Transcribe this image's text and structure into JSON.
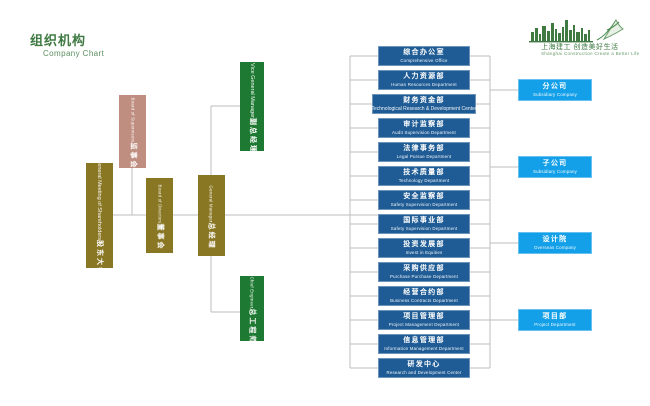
{
  "page": {
    "title_cn": "组织机构",
    "title_en": "Company Chart",
    "title_color": "#3f7a43",
    "background": "#ffffff"
  },
  "logo": {
    "name": "shanghai-construction-logo",
    "text_cn": "上海建工  创造美好生活",
    "text_en": "Shanghai Construction  Create a Better Life",
    "color": "#3f7a43"
  },
  "colors": {
    "department_blue": "#1f5c95",
    "company_blue": "#14a0e8",
    "gold": "#8a7723",
    "rose": "#c08e80",
    "green": "#1e7a32",
    "line": "#bdbdbd"
  },
  "governance": [
    {
      "cn": "股东大会",
      "en": "General Meeting of Shareholders",
      "color": "gold"
    },
    {
      "cn": "监事会",
      "en": "Board of Supervisors",
      "color": "rose"
    },
    {
      "cn": "董事会",
      "en": "Board of Directors",
      "color": "gold"
    },
    {
      "cn": "总经理",
      "en": "General Manager",
      "color": "gold"
    }
  ],
  "vice": [
    {
      "cn": "副总经理",
      "en": "Vice General Manager",
      "color": "green"
    },
    {
      "cn": "总工程师",
      "en": "Chief Engineer",
      "color": "green"
    }
  ],
  "departments": [
    {
      "cn": "综合办公室",
      "en": "Comprehensive Office"
    },
    {
      "cn": "人力资源部",
      "en": "Human Resources Department"
    },
    {
      "cn": "财务资金部",
      "en": "Technological Research & Development Center"
    },
    {
      "cn": "审计监察部",
      "en": "Audit Supervision Department"
    },
    {
      "cn": "法律事务部",
      "en": "Legal Pursue Department"
    },
    {
      "cn": "技术质量部",
      "en": "Technology Department"
    },
    {
      "cn": "安全监察部",
      "en": "Safety Supervision Department"
    },
    {
      "cn": "国际事业部",
      "en": "Safety Supervision Department"
    },
    {
      "cn": "投资发展部",
      "en": "Invest in Equities"
    },
    {
      "cn": "采购供应部",
      "en": "Purchase Purchase Department"
    },
    {
      "cn": "经营合约部",
      "en": "Business Contracts Department"
    },
    {
      "cn": "项目管理部",
      "en": "Project Management Department"
    },
    {
      "cn": "信息管理部",
      "en": "Information Management Department"
    },
    {
      "cn": "研发中心",
      "en": "Research and Development Center"
    }
  ],
  "companies": [
    {
      "cn": "分公司",
      "en": "Subsidiary Company"
    },
    {
      "cn": "子公司",
      "en": "Subsidiary Company"
    },
    {
      "cn": "设计院",
      "en": "Overseas Company"
    },
    {
      "cn": "项目部",
      "en": "Project Department"
    }
  ]
}
